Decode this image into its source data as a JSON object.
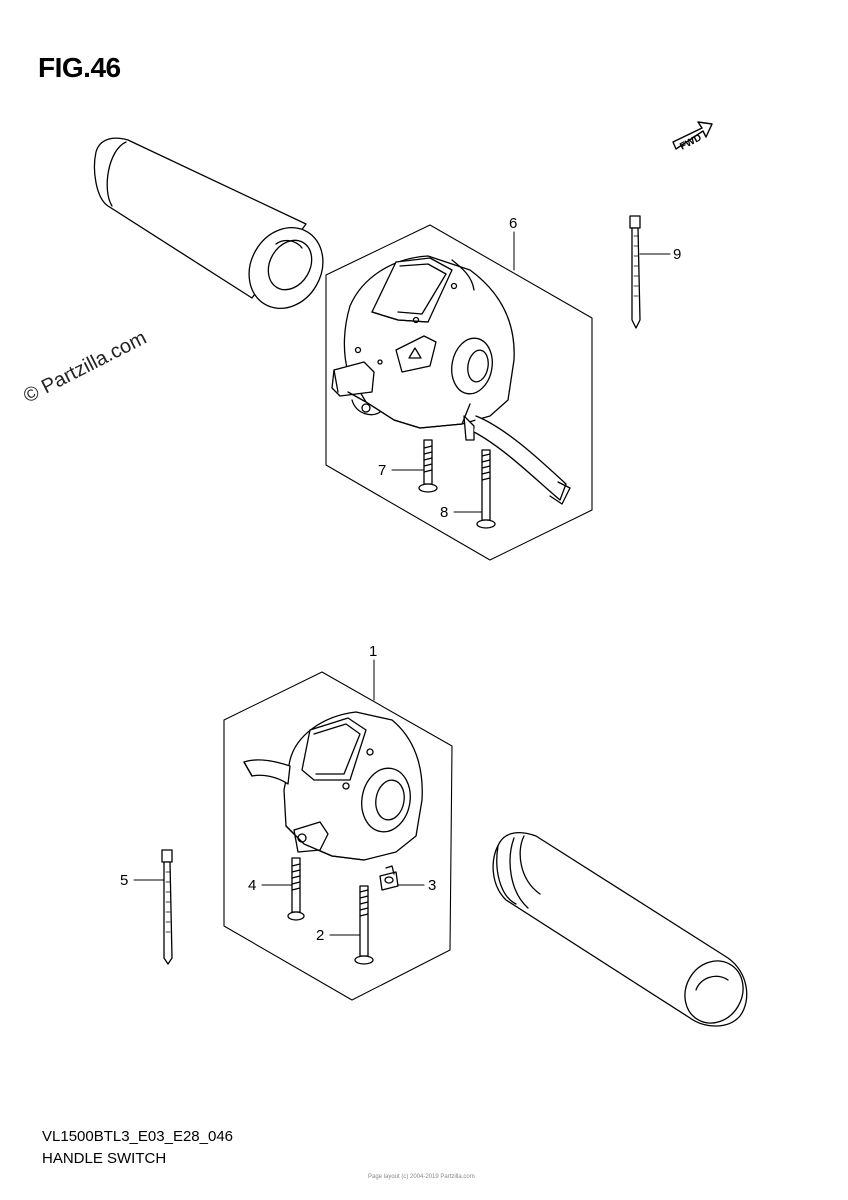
{
  "figure": {
    "title": "FIG.46",
    "code": "VL1500BTL3_E03_E28_046",
    "name": "HANDLE SWITCH",
    "fine_print": "Page layout (c) 2004-2019 Partzilla.com"
  },
  "watermark": "© Partzilla.com",
  "fwd_label": "FWD",
  "callouts": [
    {
      "id": "1",
      "label": "1"
    },
    {
      "id": "2",
      "label": "2"
    },
    {
      "id": "3",
      "label": "3"
    },
    {
      "id": "4",
      "label": "4"
    },
    {
      "id": "5",
      "label": "5"
    },
    {
      "id": "6",
      "label": "6"
    },
    {
      "id": "7",
      "label": "7"
    },
    {
      "id": "8",
      "label": "8"
    },
    {
      "id": "9",
      "label": "9"
    }
  ]
}
